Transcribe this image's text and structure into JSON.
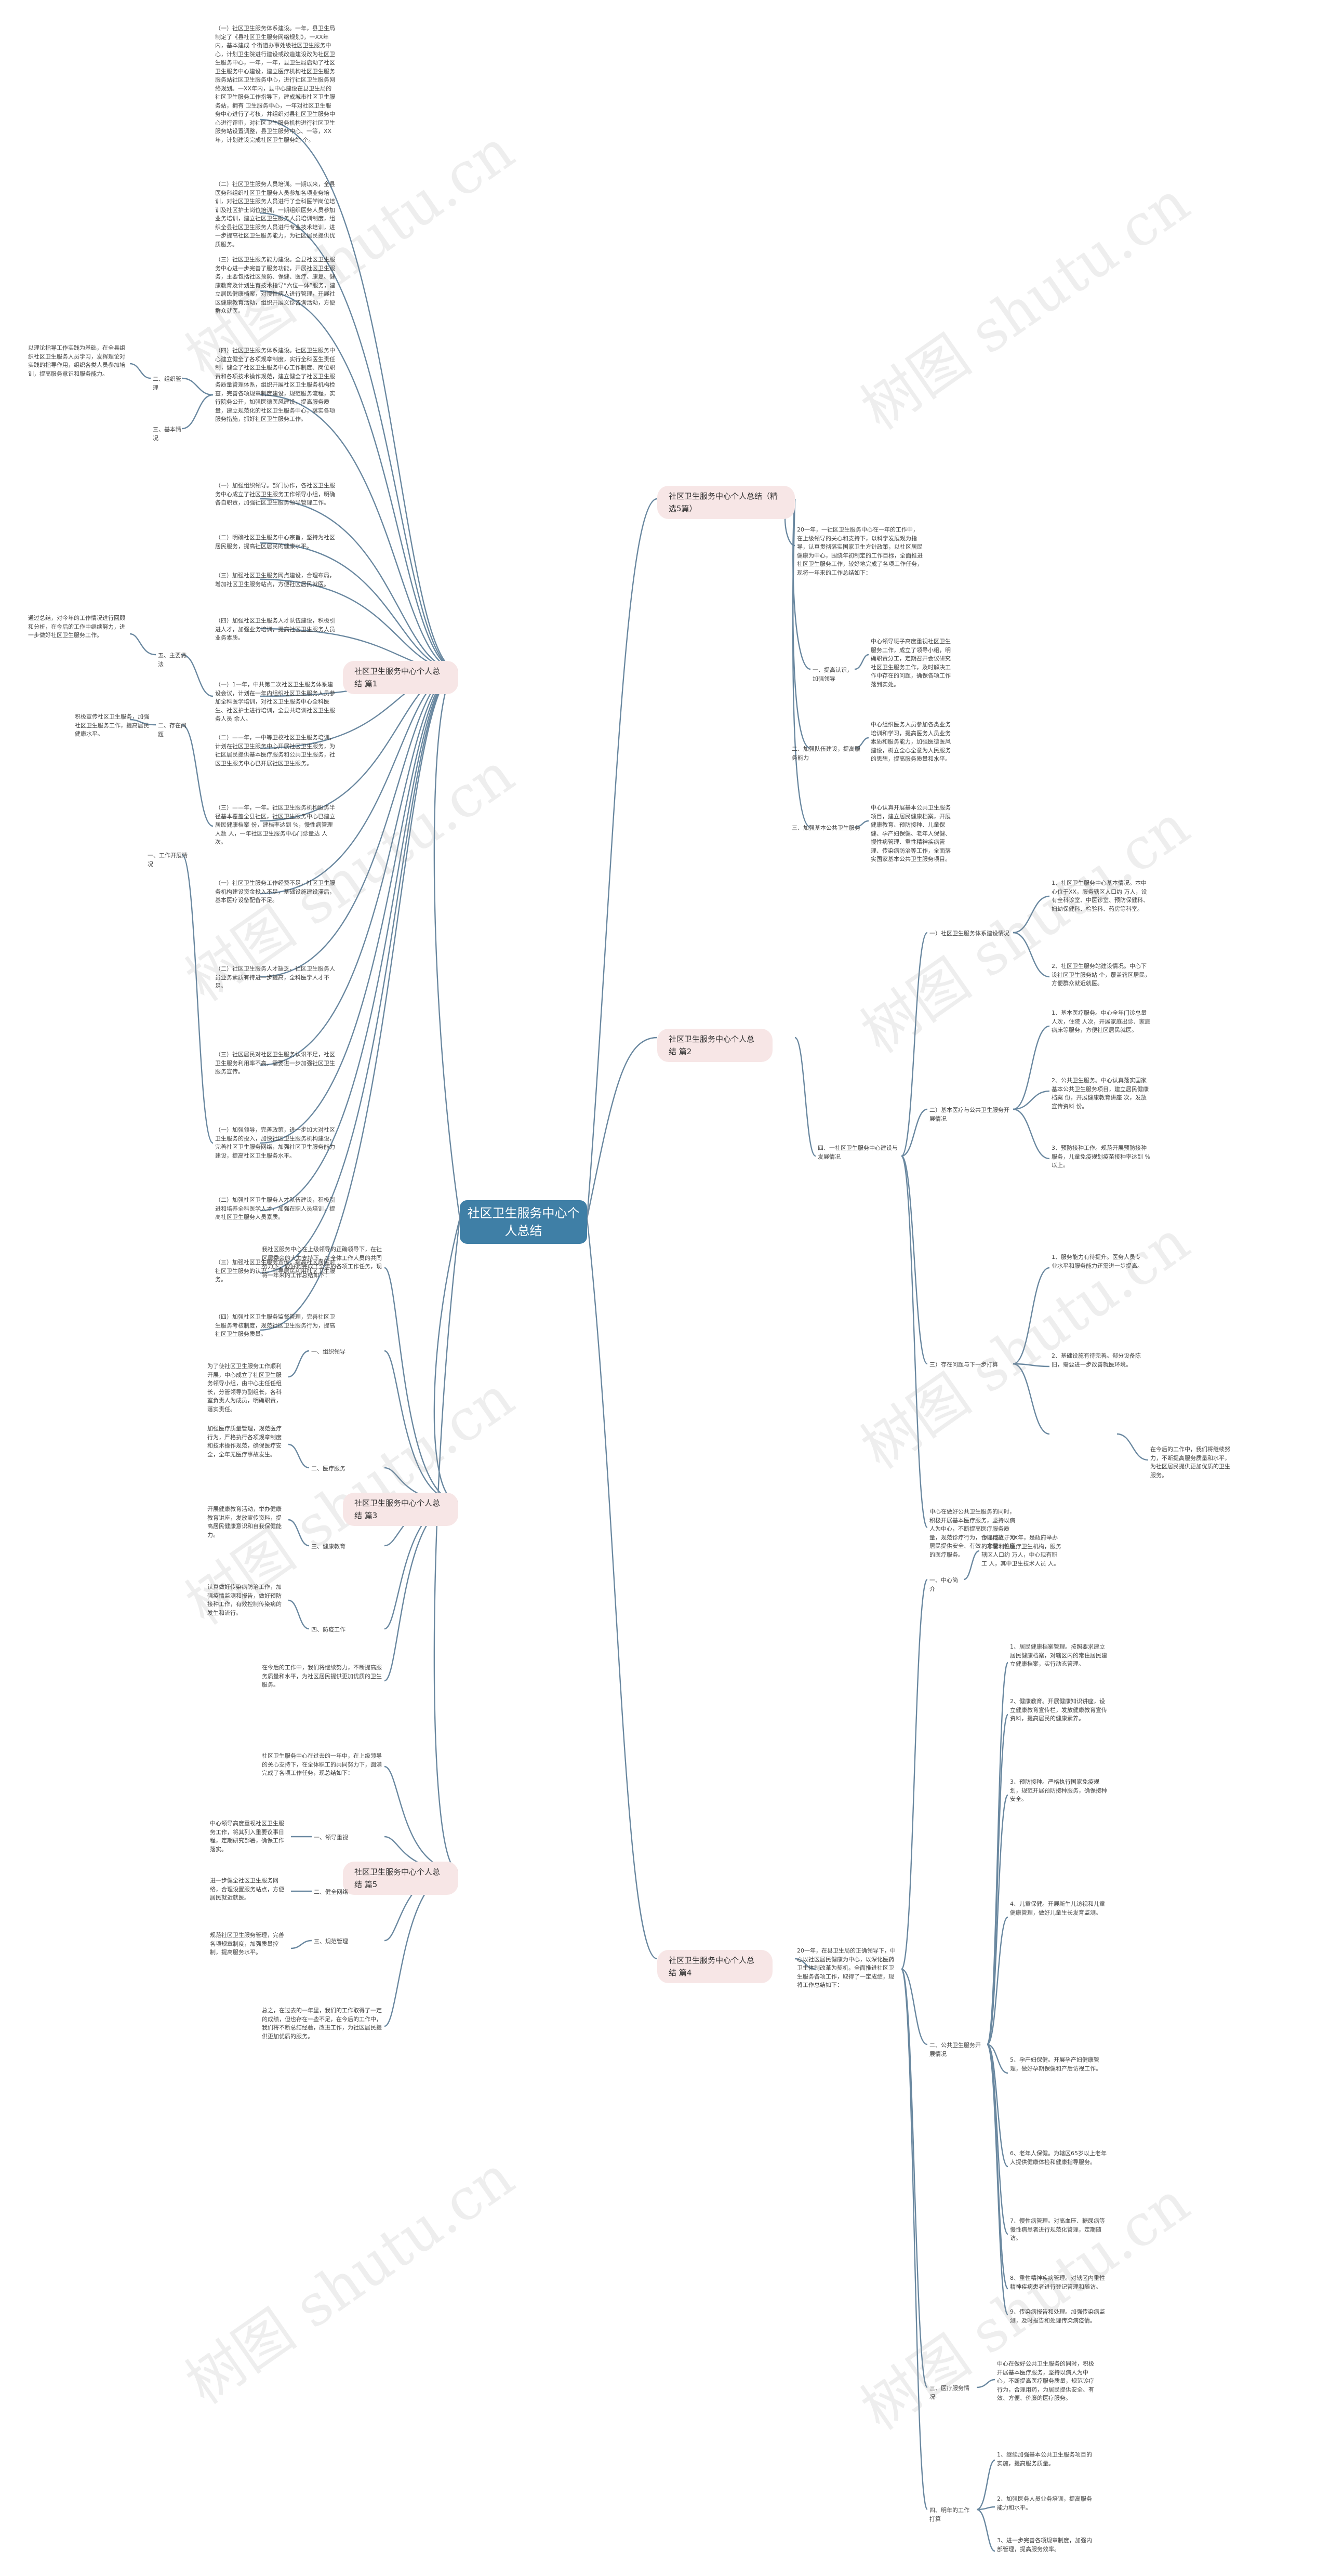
{
  "watermark": "树图 shutu.cn",
  "root": "社区卫生服务中心个人总结",
  "branches": [
    "社区卫生服务中心个人总结（精选5篇）",
    "社区卫生服务中心个人总结 篇1",
    "社区卫生服务中心个人总结 篇2",
    "社区卫生服务中心个人总结 篇3",
    "社区卫生服务中心个人总结 篇4",
    "社区卫生服务中心个人总结 篇5"
  ],
  "p1": {
    "t1": "（一）社区卫生服务体系建设。一年，县卫生局制定了《县社区卫生服务网络规划》，一XX年内，基本建成 个街道办事处级社区卫生服务中心，计划卫生院进行建设或改造建设改为社区卫生服务中心，一年，一年，县卫生局启动了社区卫生服务中心建设，建立医疗机构社区卫生服务服务站社区卫生服务中心，进行社区卫生服务网络规划。一XX年内，县中心建设在县卫生局的社区卫生服务工作指导下，建成城市社区卫生服务站，拥有 卫生服务中心，一年对社区卫生服务中心进行了考核，并组织对县社区卫生服务中心进行评审，对社区卫生服务机构进行社区卫生服务站设置调整，县卫生服务中心、一等，XX年，计划建设完成社区卫生服务站 个。",
    "t2": "（二）社区卫生服务人员培训。一期以来，全县医务科组织社区卫生服务人员参加各项业务培训，对社区卫生服务人员进行了全科医学岗位培训及社区护士岗位培训，一期组织医务人员参加业务培训，建立社区卫生服务人员培训制度，组织全县社区卫生服务人员进行专业技术培训，进一步提高社区卫生服务能力，为社区居民提供优质服务。",
    "t3": "（三）社区卫生服务能力建设。全县社区卫生服务中心进一步完善了服务功能，开展社区卫生服务，主要包括社区预防、保健、医疗、康复、健康教育及计划生育技术指导“六位一体”服务，建立居民健康档案，对慢性病人进行管理，开展社区健康教育活动，组织开展义诊咨询活动，方便群众就医。",
    "t4": "（四）社区卫生服务体系建设。社区卫生服务中心建立健全了各项规章制度，实行全科医生责任制，健全了社区卫生服务中心工作制度、岗位职责和各项技术操作规范，建立健全了社区卫生服务质量管理体系，组织开展社区卫生服务机构检查，完善各项规章制度建设，规范服务流程，实行院务公开，加强医德医风建设，提高服务质量，建立规范化的社区卫生服务中心，落实各项服务措施，抓好社区卫生服务工作。",
    "t5": "（一）加强组织领导。部门协作，各社区卫生服务中心成立了社区卫生服务工作领导小组，明确各自职责，加强社区卫生服务领导管理工作。",
    "t6": "（二）明确社区卫生服务中心宗旨，坚持为社区居民服务，提高社区居民的健康水平。",
    "t7": "（三）加强社区卫生服务网点建设，合理布局，增加社区卫生服务站点，方便社区居民就医。",
    "t8": "（四）加强社区卫生服务人才队伍建设，积极引进人才，加强业务培训，提高社区卫生服务人员业务素质。",
    "t9": "（一）1一年，中共第二次社区卫生服务体系建设会议，计划在一年内组织社区卫生服务人员参加全科医学培训，对社区卫生服务中心全科医生、社区护士进行培训，全县共培训社区卫生服务人员 余人。",
    "t10": "（二）——年，一中等卫校社区卫生服务培训，计划在社区卫生服务中心开展社区卫生服务，为社区居民提供基本医疗服务和公共卫生服务，社区卫生服务中心已开展社区卫生服务。",
    "t11": "（三）——年，一年。社区卫生服务机构服务半径基本覆盖全县社区，社区卫生服务中心已建立居民健康档案 份，建档率达到 %，慢性病管理人数 人，一年社区卫生服务中心门诊量达 人次。",
    "t12": "（一）社区卫生服务工作经费不足，社区卫生服务机构建设资金投入不足，基础设施建设滞后，基本医疗设备配备不足。",
    "t13": "（二）社区卫生服务人才缺乏，社区卫生服务人员业务素质有待进一步提高，全科医学人才不足。",
    "t14": "（三）社区居民对社区卫生服务认识不足，社区卫生服务利用率不高，需要进一步加强社区卫生服务宣传。",
    "t15": "（一）加强领导，完善政策，进一步加大对社区卫生服务的投入，加快社区卫生服务机构建设，完善社区卫生服务网络，加强社区卫生服务能力建设，提高社区卫生服务水平。",
    "t16": "（二）加强社区卫生服务人才队伍建设，积极引进和培养全科医学人才，加强在职人员培训，提高社区卫生服务人员素质。",
    "t17": "（三）加强社区卫生服务宣传，提高社区居民对社区卫生服务的认识，引导居民利用社区卫生服务。",
    "t18": "（四）加强社区卫生服务监督管理，完善社区卫生服务考核制度，规范社区卫生服务行为，提高社区卫生服务质量。",
    "l_org": "二、组织管理",
    "l_basic": "三、基本情况",
    "l_focus": "五、主要做法",
    "l_issue": "二、存在问题",
    "l_work": "一、工作开展情况",
    "side_a": "以理论指导工作实践为基础，在全县组织社区卫生服务人员学习，发挥理论对实践的指导作用，组织各类人员参加培训，提高服务意识和服务能力。",
    "side_b": "通过总结，对今年的工作情况进行回顾和分析，在今后的工作中继续努力，进一步做好社区卫生服务工作。",
    "side_c": "积极宣传社区卫生服务，加强社区卫生服务工作，提高居民健康水平。"
  },
  "p0": {
    "intro": "20一年，一社区卫生服务中心在一年的工作中，在上级领导的关心和支持下，以科学发展观为指导，认真贯彻落实国家卫生方针政策，以社区居民健康为中心，围绕年初制定的工作目标，全面推进社区卫生服务工作，较好地完成了各项工作任务，现将一年来的工作总结如下：",
    "s1_label": "一、提高认识，加强领导",
    "s1": "中心领导班子高度重视社区卫生服务工作，成立了领导小组，明确职责分工，定期召开会议研究社区卫生服务工作，及时解决工作中存在的问题，确保各项工作落到实处。",
    "s2_label": "二、加强队伍建设，提高服务能力",
    "s2": "中心组织医务人员参加各类业务培训和学习，提高医务人员业务素质和服务能力，加强医德医风建设，树立全心全意为人民服务的思想，提高服务质量和水平。",
    "s3_label": "三、加强基本公共卫生服务",
    "s3": "中心认真开展基本公共卫生服务项目，建立居民健康档案，开展健康教育、预防接种、儿童保健、孕产妇保健、老年人保健、慢性病管理、重性精神疾病管理、传染病防治等工作，全面落实国家基本公共卫生服务项目。"
  },
  "p2": {
    "intro": "四、一社区卫生服务中心建设与发展情况",
    "a_label": "一）社区卫生服务体系建设情况",
    "a1": "1、社区卫生服务中心基本情况。本中心位于XX，服务辖区人口约 万人，设有全科诊室、中医诊室、预防保健科、妇幼保健科、检验科、药房等科室。",
    "a2": "2、社区卫生服务站建设情况。中心下设社区卫生服务站 个，覆盖辖区居民，方便群众就近就医。",
    "b_label": "二）基本医疗与公共卫生服务开展情况",
    "b1": "1、基本医疗服务。中心全年门诊总量 人次，住院 人次，开展家庭出诊、家庭病床等服务，方便社区居民就医。",
    "b2": "2、公共卫生服务。中心认真落实国家基本公共卫生服务项目，建立居民健康档案 份，开展健康教育讲座 次，发放宣传资料 份。",
    "b3": "3、预防接种工作。规范开展预防接种服务，儿童免疫规划疫苗接种率达到 %以上。",
    "c_label": "三）存在问题与下一步打算",
    "c1": "1、服务能力有待提升。医务人员专业水平和服务能力还需进一步提高。",
    "c2": "2、基础设施有待完善。部分设备陈旧，需要进一步改善就医环境。"
  },
  "p3": {
    "intro": "我社区服务中心在上级领导的正确领导下，在社区居委会的大力支持下，在全体工作人员的共同努力下，较好地完成了全年的各项工作任务，现将一年来的工作总结如下：",
    "l1": "一、组织领导",
    "l2": "二、医疗服务",
    "l3": "三、健康教育",
    "l4": "四、防疫工作",
    "t1": "为了使社区卫生服务工作顺利开展，中心成立了社区卫生服务领导小组，由中心主任任组长，分管领导为副组长，各科室负责人为成员，明确职责，落实责任。",
    "t2": "加强医疗质量管理，规范医疗行为，严格执行各项规章制度和技术操作规范，确保医疗安全，全年无医疗事故发生。",
    "t3": "开展健康教育活动，举办健康教育讲座，发放宣传资料，提高居民健康意识和自我保健能力。",
    "t4": "认真做好传染病防治工作，加强疫情监测和报告，做好预防接种工作，有效控制传染病的发生和流行。",
    "t5": "在今后的工作中，我们将继续努力，不断提高服务质量和水平，为社区居民提供更加优质的卫生服务。"
  },
  "p4": {
    "intro": "20一年，在县卫生局的正确领导下，中心以社区居民健康为中心，以深化医药卫生体制改革为契机，全面推进社区卫生服务各项工作，取得了一定成绩，现将工作总结如下：",
    "l1": "一、中心简介",
    "l2": "二、公共卫生服务开展情况",
    "l3": "三、医疗服务情况",
    "l4": "四、明年的工作打算",
    "a1": "中心成立于XX年，是政府举办的非营利性医疗卫生机构，服务辖区人口约 万人，中心现有职工 人，其中卫生技术人员 人。",
    "b1": "1、居民健康档案管理。按照要求建立居民健康档案，对辖区内的常住居民建立健康档案，实行动态管理。",
    "b2": "2、健康教育。开展健康知识讲座，设立健康教育宣传栏，发放健康教育宣传资料，提高居民的健康素养。",
    "b3": "3、预防接种。严格执行国家免疫规划，规范开展预防接种服务，确保接种安全。",
    "b4": "4、儿童保健。开展新生儿访视和儿童健康管理，做好儿童生长发育监测。",
    "b5": "5、孕产妇保健。开展孕产妇健康管理，做好孕期保健和产后访视工作。",
    "b6": "6、老年人保健。为辖区65岁以上老年人提供健康体检和健康指导服务。",
    "b7": "7、慢性病管理。对高血压、糖尿病等慢性病患者进行规范化管理，定期随访。",
    "b8": "8、重性精神疾病管理。对辖区内重性精神疾病患者进行登记管理和随访。",
    "b9": "9、传染病报告和处理。加强传染病监测，及时报告和处理传染病疫情。",
    "c1": "中心在做好公共卫生服务的同时，积极开展基本医疗服务，坚持以病人为中心，不断提高医疗服务质量，规范诊疗行为，合理用药，为居民提供安全、有效、方便、价廉的医疗服务。",
    "d1": "1、继续加强基本公共卫生服务项目的实施，提高服务质量。",
    "d2": "2、加强医务人员业务培训，提高服务能力和水平。",
    "d3": "3、进一步完善各项规章制度，加强内部管理，提高服务效率。"
  },
  "p5": {
    "intro": "社区卫生服务中心在过去的一年中，在上级领导的关心支持下，在全体职工的共同努力下，圆满完成了各项工作任务，现总结如下：",
    "l1": "一、领导重视",
    "l2": "二、健全网络",
    "l3": "三、规范管理",
    "t1": "中心领导高度重视社区卫生服务工作，将其列入重要议事日程，定期研究部署，确保工作落实。",
    "t2": "进一步健全社区卫生服务网络，合理设置服务站点，方便居民就近就医。",
    "t3": "规范社区卫生服务管理，完善各项规章制度，加强质量控制，提高服务水平。",
    "t4": "总之，在过去的一年里，我们的工作取得了一定的成绩，但也存在一些不足，在今后的工作中，我们将不断总结经验，改进工作，为社区居民提供更加优质的服务。"
  }
}
